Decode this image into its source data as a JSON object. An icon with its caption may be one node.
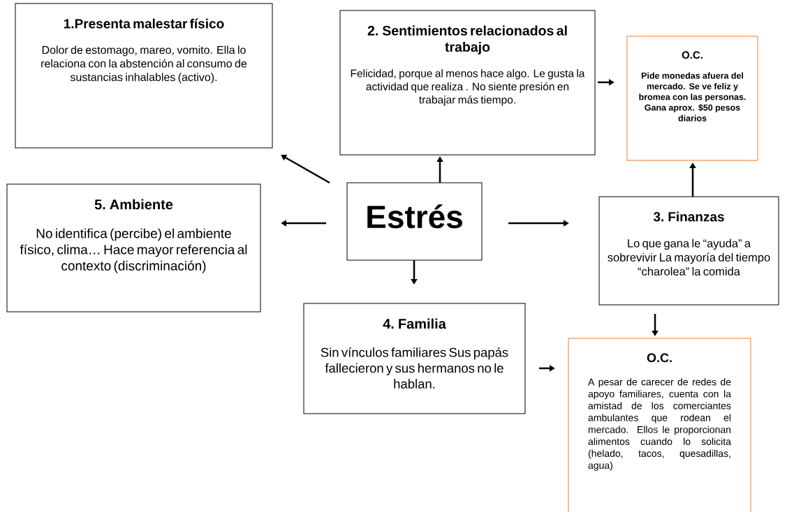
{
  "diagram": {
    "nodes": [
      {
        "text": [
          "1.Presenta malestar físico",
          "Dolor de estomago, mareo, vomito. Ella lo relaciona con la abstención al consumo de sustancias inhalables (activo)."
        ]
      },
      {
        "text": [
          "2. Sentimientos relacionados al trabajo",
          "Felicidad, porque al menos hace algo. Le gusta la actividad que realiza . No siente presión en trabajar más tiempo."
        ]
      },
      {
        "text": [
          "O.C.",
          "Pide monedas afuera del mercado. Se ve feliz y bromea con las personas. Gana aprox. $50 pesos diarios"
        ]
      },
      {
        "text": [
          "5. Ambiente",
          "No identifica (percibe) el ambiente físico, clima… Hace mayor referencia al contexto (discriminación)"
        ]
      },
      {
        "text": [
          "Estrés"
        ]
      },
      {
        "text": [
          "3. Finanzas",
          "Lo que gana le “ayuda” a sobrevivir La mayoría del tiempo “charolea” la comida"
        ]
      },
      {
        "text": [
          "4. Familia",
          "Sin vínculos familiares Sus papás fallecieron y sus hermanos no le hablan."
        ]
      },
      {
        "text": [
          "O.C.",
          "A pesar de carecer de redes de apoyo familiares, cuenta con la amistad de los comerciantes ambulantes que rodean el mercado. Ellos le proporcionan alimentos cuando lo solicita (helado, tacos, quesadillas, agua)"
        ]
      }
    ],
    "edges": [
      {
        "from": 4,
        "to": 0,
        "arrow": "to"
      },
      {
        "from": 4,
        "to": 1,
        "arrow": "to"
      },
      {
        "from": 4,
        "to": 3,
        "arrow": "to"
      },
      {
        "from": 4,
        "to": 5,
        "arrow": "to"
      },
      {
        "from": 4,
        "to": 6,
        "arrow": "to"
      },
      {
        "from": 1,
        "to": 2,
        "arrow": "to"
      },
      {
        "from": 5,
        "to": 2,
        "arrow": "to"
      },
      {
        "from": 5,
        "to": 7,
        "arrow": "to"
      },
      {
        "from": 6,
        "to": 7,
        "arrow": "to"
      }
    ]
  }
}
